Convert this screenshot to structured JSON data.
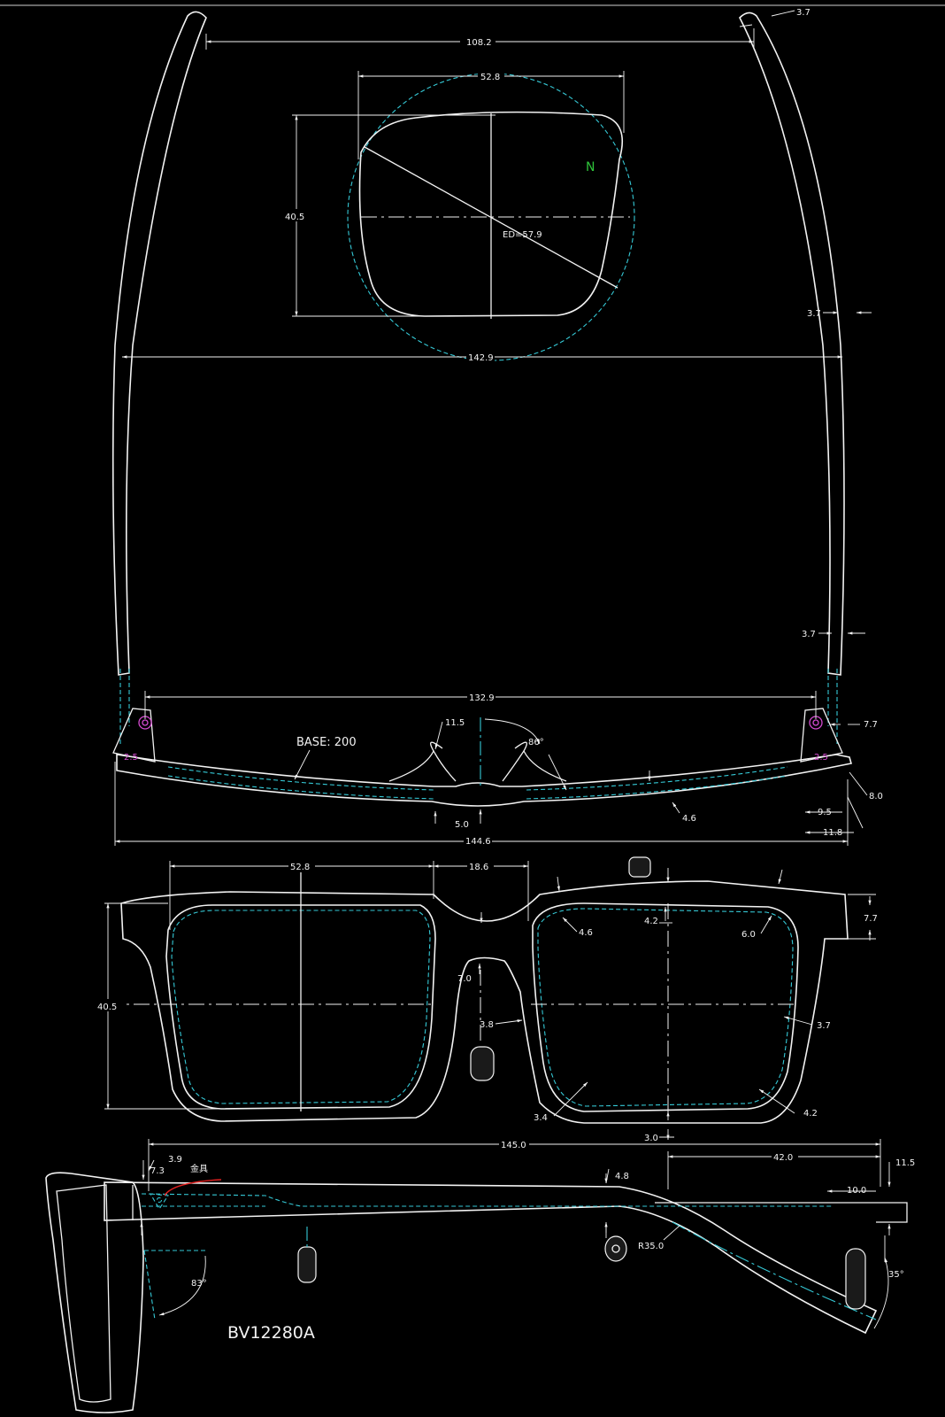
{
  "dimensions": {
    "temple_gap": "108.2",
    "temple_tip": "3.7",
    "lens_width_top": "52.8",
    "lens_height_top": "40.5",
    "effective_diameter": "ED=57.9",
    "marker_n": "N",
    "temple_thickness_upper": "3.7",
    "overall_width_top": "142.9",
    "temple_thickness_lower": "3.7",
    "hinge_span": "132.9",
    "nose_pad_top": "11.5",
    "nose_angle": "86°",
    "base_curve": "BASE: 200",
    "hinge_offset": "7.7",
    "hinge_left_label": "2.5",
    "hinge_right_label": "2.5",
    "frame_thickness": "4.6",
    "bridge_thickness": "5.0",
    "end_depth": "8.0",
    "end_piece_a": "9.5",
    "end_piece_b": "11.8",
    "overall_width_bottom": "144.6",
    "lens_width_front": "52.8",
    "bridge_width": "18.6",
    "rim_inner": "4.6",
    "rim_top_center": "4.2",
    "rim_corner": "6.0",
    "end_piece_height": "7.7",
    "lens_height_front": "40.5",
    "bridge_depth": "7.0",
    "bridge_side": "3.8",
    "rim_outer_side": "3.7",
    "rim_bottom_left": "3.4",
    "rim_bottom_corner": "4.2",
    "rim_bottom_center": "3.0",
    "temple_length": "145.0",
    "temple_tip_length": "42.0",
    "temple_end_height": "11.5",
    "temple_drop": "10.0",
    "temple_mid": "4.8",
    "hinge_width": "3.9",
    "hinge_height": "7.3",
    "metal_part": "金具",
    "bend_radius": "R35.0",
    "bend_angle": "35°",
    "pantoscopic_angle": "83°"
  },
  "model_number": "BV12280A",
  "colors": {
    "background": "#000000",
    "line": "#f2f2f2",
    "construction": "#35c9d6",
    "hinge": "#d44ad0",
    "marker": "#2ec43a",
    "leader": "#e02020"
  }
}
